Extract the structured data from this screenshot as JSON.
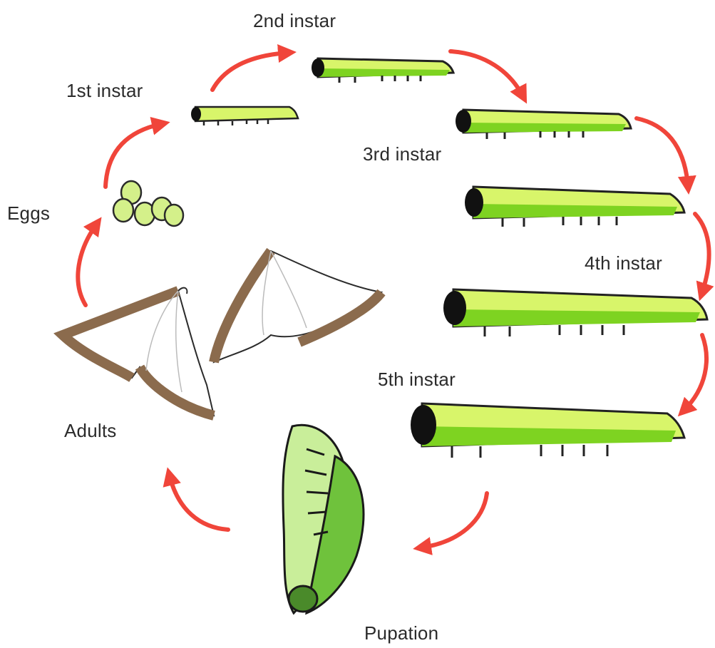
{
  "labels": {
    "second_instar": "2nd instar",
    "first_instar": "1st instar",
    "third_instar": "3rd instar",
    "eggs": "Eggs",
    "fourth_instar": "4th instar",
    "fifth_instar": "5th instar",
    "adults": "Adults",
    "pupation": "Pupation"
  },
  "colors": {
    "arrow": "#f0453a",
    "larva_light": "#d8f56a",
    "larva_dark": "#7ed321",
    "head": "#111111",
    "egg": "#d4f08a",
    "wing_fill": "#ffffff",
    "wing_edge": "#8b6b4d",
    "pupa_light": "#c9ee9a",
    "pupa_dark": "#6fc23c",
    "text": "#2b2b2b"
  }
}
